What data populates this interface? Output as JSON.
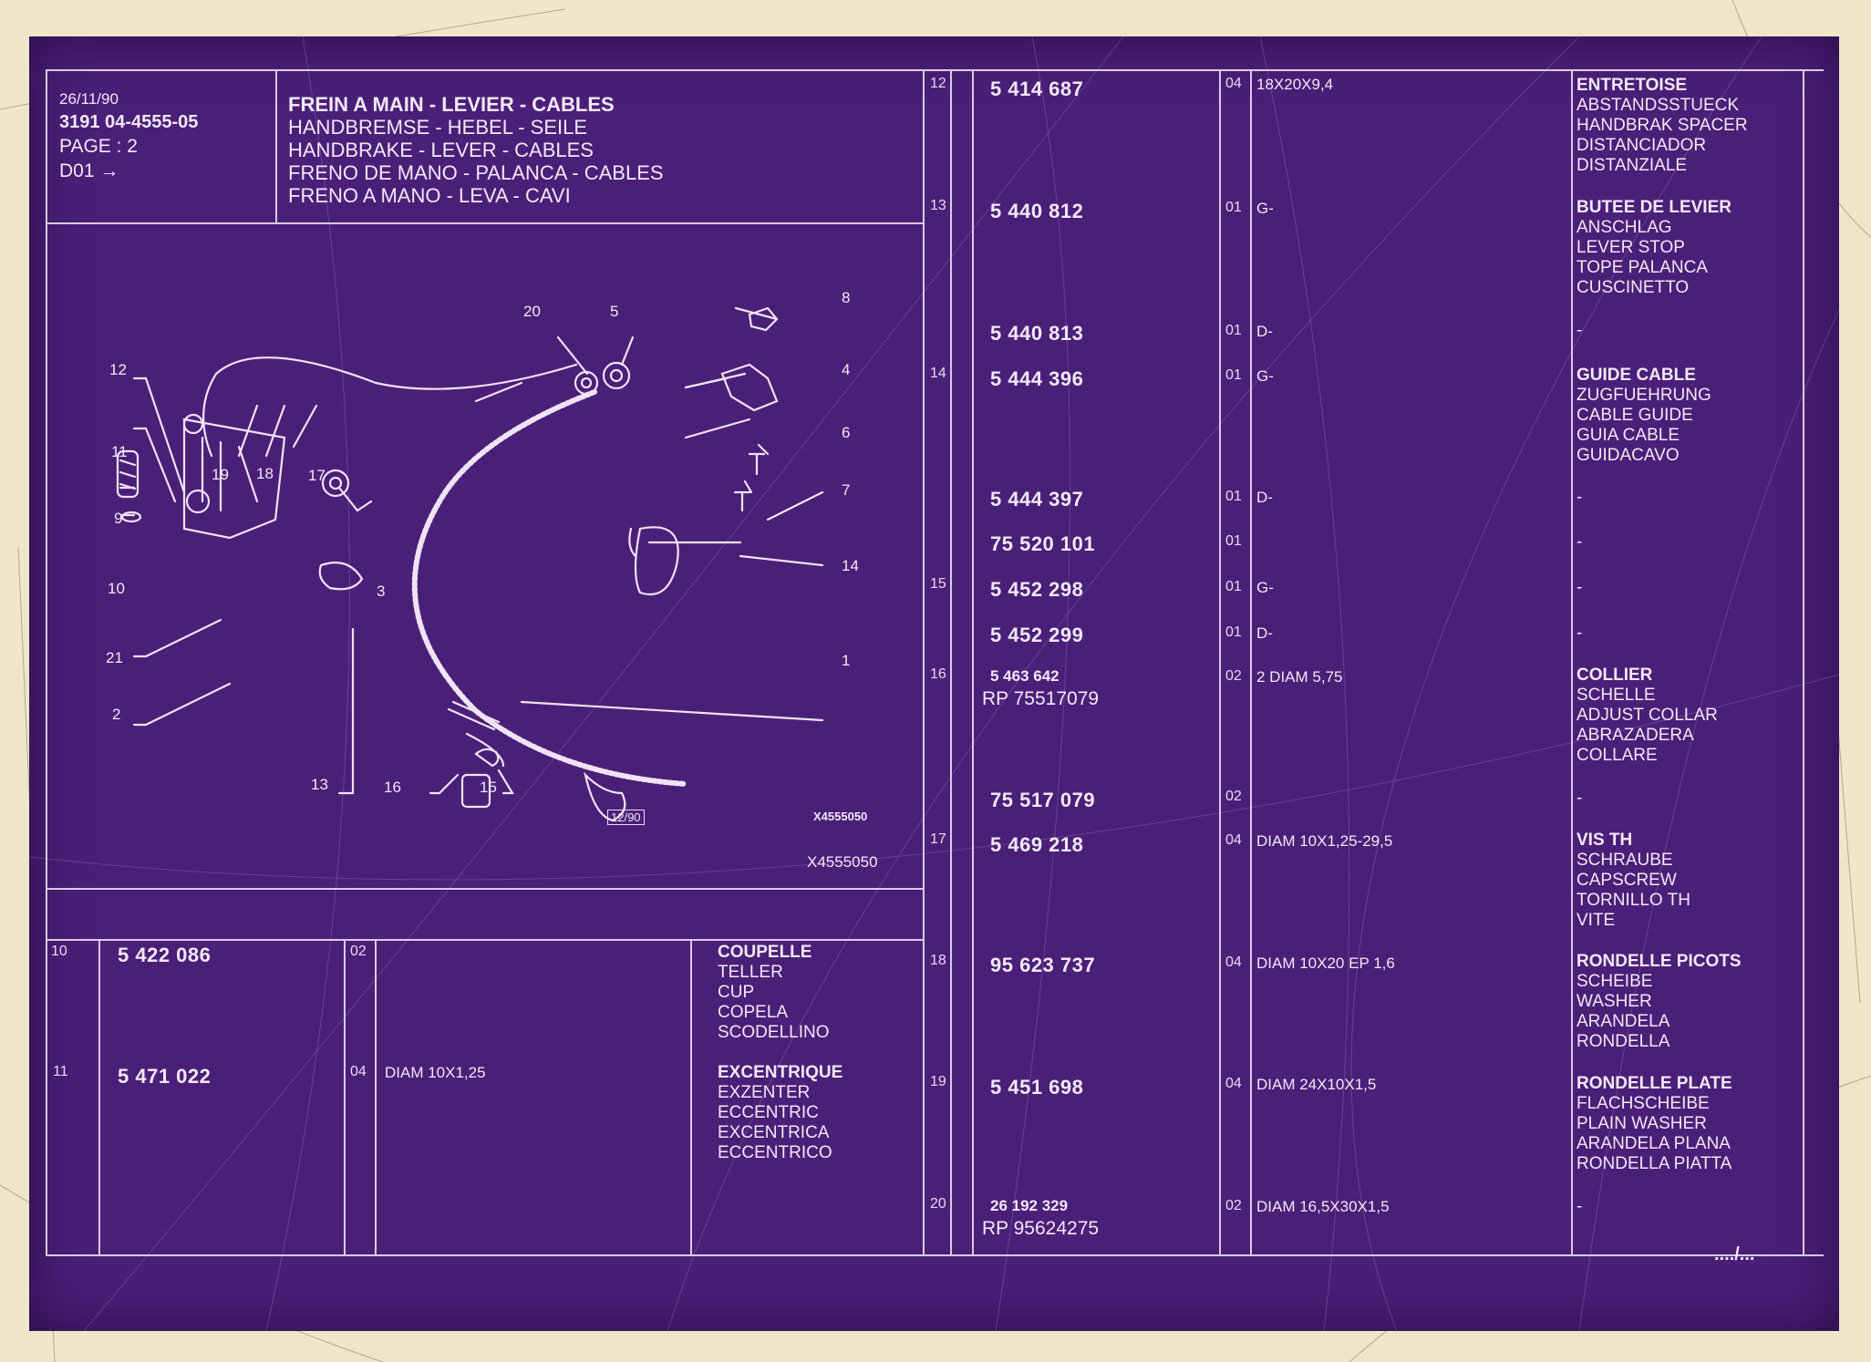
{
  "header": {
    "date": "26/11/90",
    "ref": "3191  04-4555-05",
    "page": "PAGE : 2",
    "d01": "D01 →",
    "titles": [
      "FREIN A MAIN - LEVIER - CABLES",
      "HANDBREMSE - HEBEL - SEILE",
      "HANDBRAKE - LEVER - CABLES",
      "FRENO DE MANO - PALANCA - CABLES",
      "FRENO A MANO - LEVA - CAVI"
    ]
  },
  "diagram": {
    "callouts": [
      "1",
      "2",
      "3",
      "4",
      "5",
      "6",
      "7",
      "8",
      "9",
      "10",
      "11",
      "12",
      "13",
      "14",
      "15",
      "16",
      "17",
      "18",
      "19",
      "20",
      "21"
    ],
    "stamp": "12/90",
    "code_small": "X4555050",
    "code": "X4555050"
  },
  "left_table": [
    {
      "item": "10",
      "part": "5 422 086",
      "qty": "02",
      "spec": "",
      "desc": "COUPELLE\nTELLER\nCUP\nCOPELA\nSCODELLINO"
    },
    {
      "item": "11",
      "part": "5 471 022",
      "qty": "04",
      "spec": "DIAM 10X1,25",
      "desc": "EXCENTRIQUE\nEXZENTER\nECCENTRIC\nEXCENTRICA\nECCENTRICO"
    }
  ],
  "right_table": [
    {
      "item": "12",
      "part": "5 414 687",
      "qty": "04",
      "spec": "18X20X9,4",
      "desc": "ENTRETOISE\nABSTANDSSTUECK\nHANDBRAK SPACER\nDISTANCIADOR\nDISTANZIALE"
    },
    {
      "item": "13",
      "part": "5 440 812",
      "qty": "01",
      "spec": "G-",
      "desc": "BUTEE DE LEVIER\nANSCHLAG\nLEVER STOP\nTOPE PALANCA\nCUSCINETTO"
    },
    {
      "item": "",
      "part": "5 440 813",
      "qty": "01",
      "spec": "D-",
      "desc": "-"
    },
    {
      "item": "14",
      "part": "5 444 396",
      "qty": "01",
      "spec": "G-",
      "desc": "GUIDE CABLE\nZUGFUEHRUNG\nCABLE GUIDE\nGUIA CABLE\nGUIDACAVO"
    },
    {
      "item": "",
      "part": "5 444 397",
      "qty": "01",
      "spec": "D-",
      "desc": "-"
    },
    {
      "item": "",
      "part": "75 520 101",
      "qty": "01",
      "spec": "",
      "desc": "-"
    },
    {
      "item": "15",
      "part": "5 452 298",
      "qty": "01",
      "spec": "G-",
      "desc": "-"
    },
    {
      "item": "",
      "part": "5 452 299",
      "qty": "01",
      "spec": "D-",
      "desc": "-"
    },
    {
      "item": "16",
      "part": "5 463 642",
      "rp": "RP  75517079",
      "qty": "02",
      "spec": "2 DIAM 5,75",
      "desc": "COLLIER\nSCHELLE\nADJUST COLLAR\nABRAZADERA\nCOLLARE"
    },
    {
      "item": "",
      "part": "75 517 079",
      "qty": "02",
      "spec": "",
      "desc": "-"
    },
    {
      "item": "17",
      "part": "5 469 218",
      "qty": "04",
      "spec": "DIAM 10X1,25-29,5",
      "desc": "VIS TH\nSCHRAUBE\nCAPSCREW\nTORNILLO TH\nVITE"
    },
    {
      "item": "18",
      "part": "95 623 737",
      "qty": "04",
      "spec": "DIAM 10X20 EP 1,6",
      "desc": "RONDELLE PICOTS\nSCHEIBE\nWASHER\nARANDELA\nRONDELLA"
    },
    {
      "item": "19",
      "part": "5 451 698",
      "qty": "04",
      "spec": "DIAM 24X10X1,5",
      "desc": "RONDELLE PLATE\nFLACHSCHEIBE\nPLAIN WASHER\nARANDELA PLANA\nRONDELLA PIATTA"
    },
    {
      "item": "20",
      "part": "26 192 329",
      "rp": "RP  95624275",
      "qty": "02",
      "spec": "DIAM 16,5X30X1,5",
      "desc": "-"
    }
  ],
  "footer": {
    "continued": "..../..."
  },
  "colors": {
    "sheet": "#4a1f78",
    "ink": "#f1e8f5",
    "paper": "#efe6c8"
  }
}
